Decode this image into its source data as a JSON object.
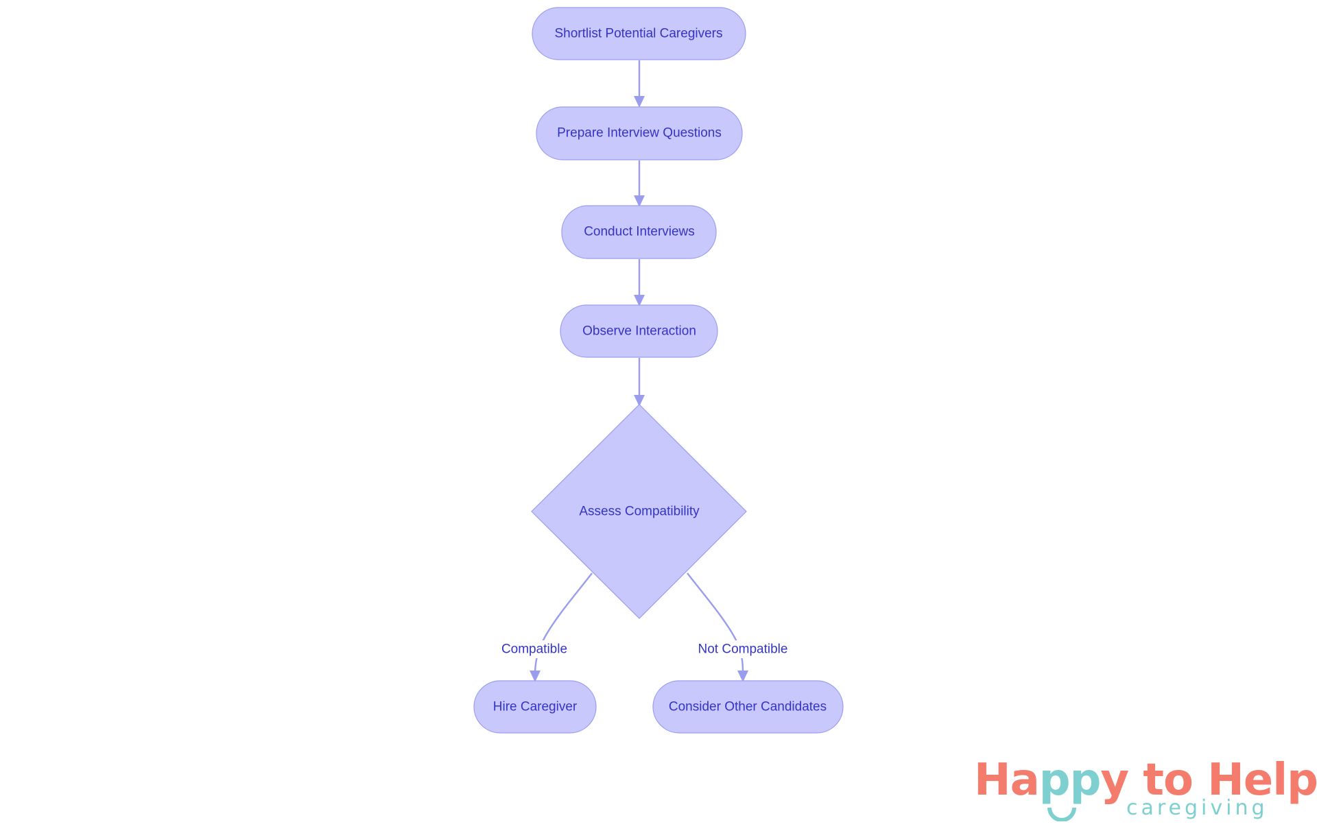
{
  "diagram": {
    "type": "flowchart",
    "direction": "top-down",
    "colors": {
      "node_fill": "#c8c8fc",
      "node_stroke": "#9a9cee",
      "node_text": "#3434c4",
      "edge": "#9a9cee"
    },
    "nodes": [
      {
        "id": "shortlist",
        "label": "Shortlist Potential Caregivers",
        "shape": "stadium"
      },
      {
        "id": "prepare",
        "label": "Prepare Interview Questions",
        "shape": "stadium"
      },
      {
        "id": "conduct",
        "label": "Conduct Interviews",
        "shape": "stadium"
      },
      {
        "id": "observe",
        "label": "Observe Interaction",
        "shape": "stadium"
      },
      {
        "id": "assess",
        "label": "Assess Compatibility",
        "shape": "diamond"
      },
      {
        "id": "hire",
        "label": "Hire Caregiver",
        "shape": "stadium"
      },
      {
        "id": "consider",
        "label": "Consider Other Candidates",
        "shape": "stadium"
      }
    ],
    "edges": [
      {
        "from": "shortlist",
        "to": "prepare",
        "label": ""
      },
      {
        "from": "prepare",
        "to": "conduct",
        "label": ""
      },
      {
        "from": "conduct",
        "to": "observe",
        "label": ""
      },
      {
        "from": "observe",
        "to": "assess",
        "label": ""
      },
      {
        "from": "assess",
        "to": "hire",
        "label": "Compatible"
      },
      {
        "from": "assess",
        "to": "consider",
        "label": "Not Compatible"
      }
    ]
  },
  "logo": {
    "part1": "Ha",
    "part2": "pp",
    "part3": "y to Help",
    "subtitle": "caregiving",
    "primary_color": "#f47c6c",
    "secondary_color": "#7ecfcf"
  }
}
